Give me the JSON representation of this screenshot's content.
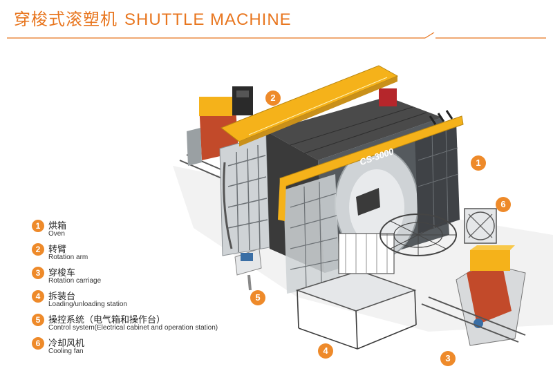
{
  "header": {
    "title_cn": "穿梭式滚塑机",
    "title_en": "SHUTTLE MACHINE"
  },
  "colors": {
    "accent": "#ee8a2a",
    "frame_yellow": "#f5b21a",
    "steel_dark": "#3a3a3a",
    "frame_gray": "#bfc3c6",
    "oven_red": "#c24a2a"
  },
  "machine_label": "CS-3000",
  "legend": [
    {
      "num": "1",
      "zh": "烘箱",
      "en": "Oven"
    },
    {
      "num": "2",
      "zh": "转臂",
      "en": "Rotation arm"
    },
    {
      "num": "3",
      "zh": "穿梭车",
      "en": "Rotation carriage"
    },
    {
      "num": "4",
      "zh": "拆装台",
      "en": "Loading/unloading station"
    },
    {
      "num": "5",
      "zh": "操控系统（电气箱和操作台）",
      "en": "Control system(Electrical cabinet and operation station)"
    },
    {
      "num": "6",
      "zh": "冷却风机",
      "en": "Cooling fan"
    }
  ],
  "callouts": [
    {
      "num": "1"
    },
    {
      "num": "2"
    },
    {
      "num": "3"
    },
    {
      "num": "4"
    },
    {
      "num": "5"
    },
    {
      "num": "6"
    }
  ]
}
